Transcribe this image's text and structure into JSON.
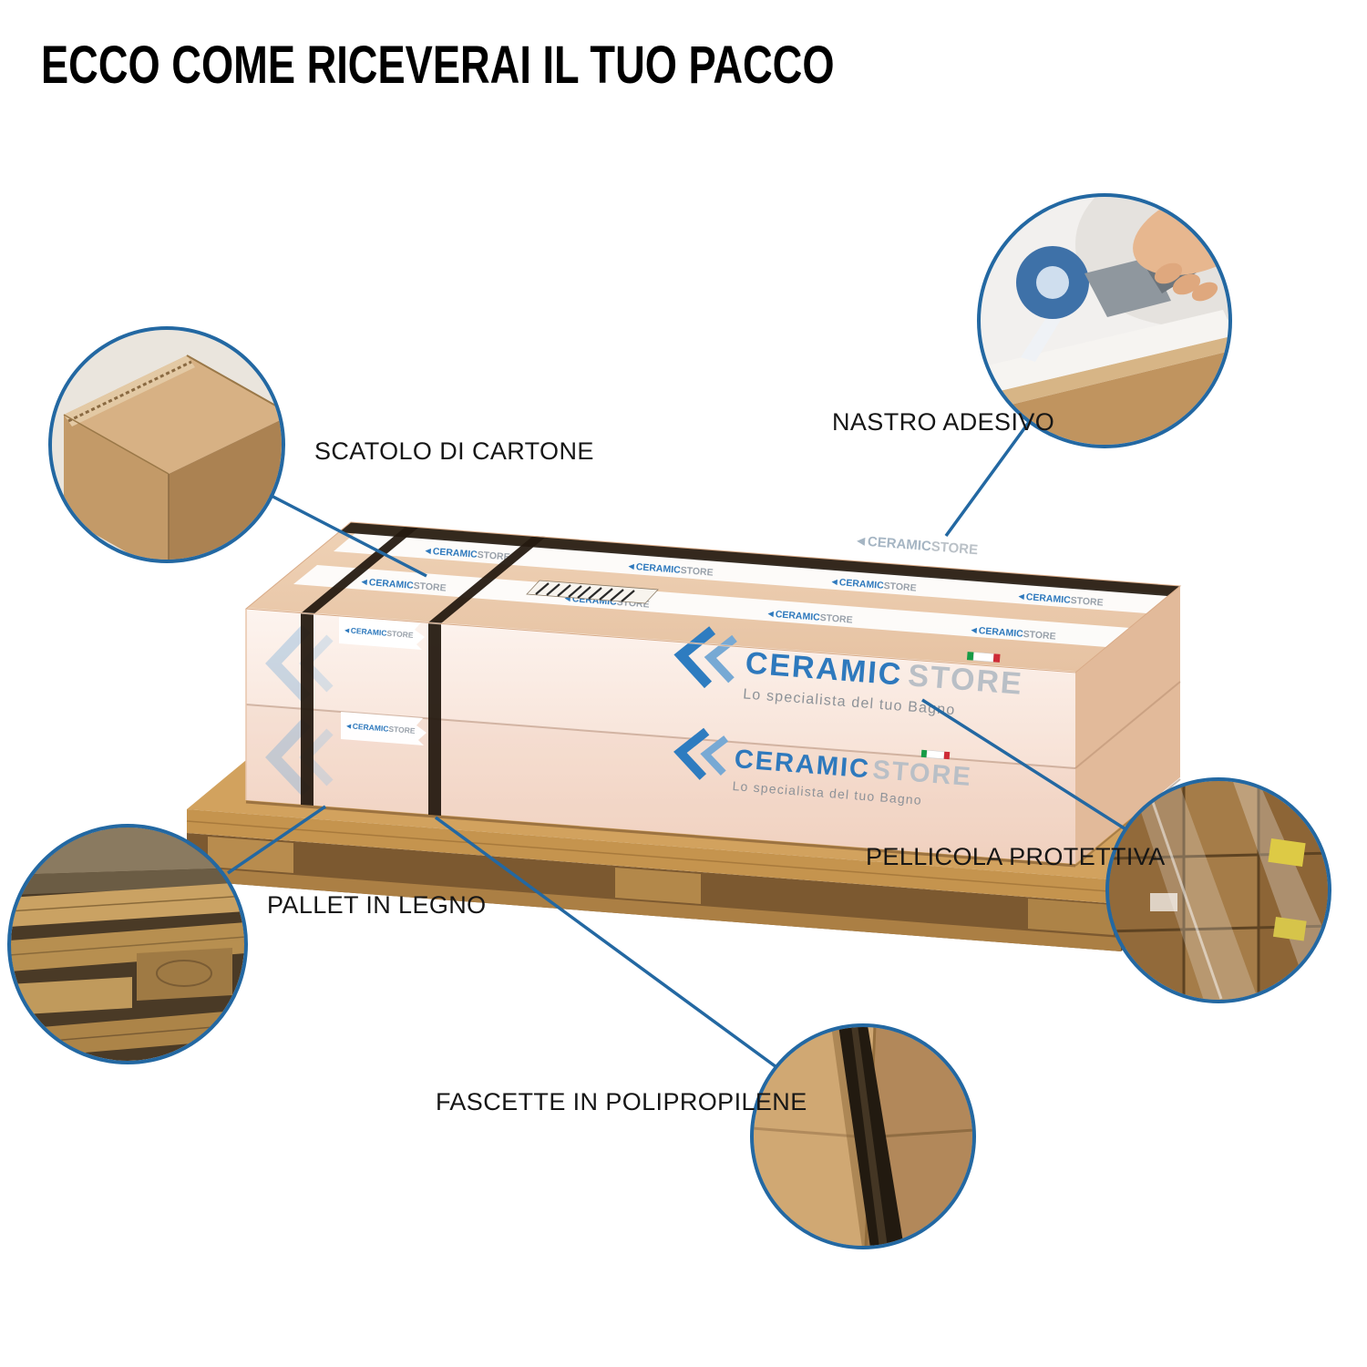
{
  "title": "ECCO COME RICEVERAI IL TUO PACCO",
  "brand": {
    "logo_mark": "◄",
    "name_primary": "CERAMIC",
    "name_secondary": "STORE",
    "tagline": "Lo specialista del tuo Bagno"
  },
  "callouts": [
    {
      "id": "scatolo-di-cartone",
      "label": "SCATOLO DI CARTONE"
    },
    {
      "id": "nastro-adesivo",
      "label": "NASTRO ADESIVO"
    },
    {
      "id": "pellicola-protettiva",
      "label": "PELLICOLA PROTETTIVA"
    },
    {
      "id": "pallet-in-legno",
      "label": "PALLET IN LEGNO"
    },
    {
      "id": "fascette-in-polipropilene",
      "label": "FASCETTE IN POLIPROPILENE"
    }
  ],
  "colors": {
    "accent_blue": "#2368a2",
    "logo_blue": "#2e79bd",
    "logo_grey": "#b6bcc2",
    "text": "#161616",
    "box_front": "#f9e9e1",
    "box_top": "#eecdb4",
    "pallet_wood": "#c5944e",
    "strap_black": "#241a10",
    "tape_white": "#ffffff"
  }
}
